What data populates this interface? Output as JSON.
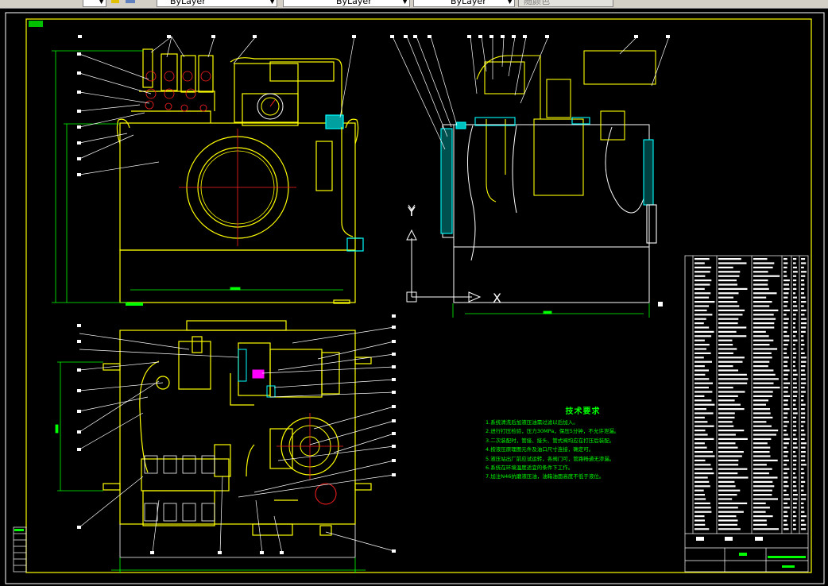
{
  "toolbar": {
    "layer_dropdown": "ByLayer",
    "color_dropdown": "ByLayer",
    "lineweight_dropdown": "ByLayer",
    "plotstyle_dropdown": "随颜色"
  },
  "colors": {
    "drawing_yellow": "#ffff00",
    "centerline_red": "#ff2020",
    "dimension_green": "#00ff00",
    "magenta": "#ff00ff",
    "cyan": "#00ffff",
    "white": "#ffffff",
    "background": "#000000"
  },
  "drawing": {
    "axis_y_label": "Y",
    "axis_x_label": "X",
    "tech_requirements": {
      "title": "技术要求",
      "items": [
        "1.系统清洗后加液压油需过滤以后加入。",
        "2.进行打压检验，压力30MPa，保压5分钟，不允许泄漏。",
        "3.二次装配时，管接、接头、管式阀均应在打压后装配。",
        "4.按液压原理图元件及油口尺寸连接，确定可。",
        "5.液压站出厂前应试运转，各阀门可，管路畅通无渗漏。",
        "6.系统在环境温度适宜的条件下工作。",
        "7.加注N46抗磨液压油，油箱油面高度不低于液位。"
      ]
    }
  }
}
